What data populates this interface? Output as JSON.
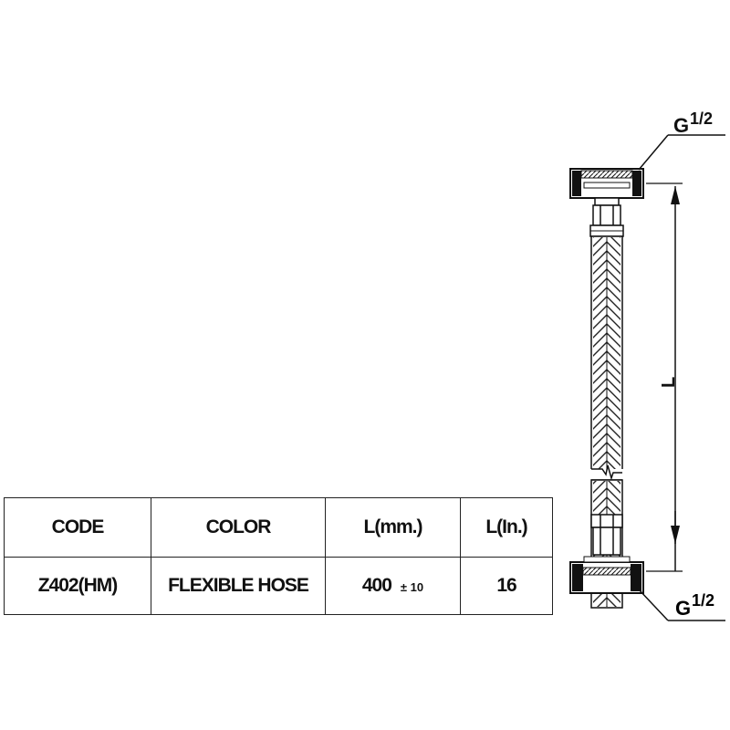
{
  "table": {
    "headers": [
      "CODE",
      "COLOR",
      "L(mm.)",
      "L(In.)"
    ],
    "row": {
      "code": "Z402(HM)",
      "color": "FLEXIBLE HOSE",
      "length_mm": "400",
      "tolerance": "± 10",
      "length_in": "16"
    }
  },
  "drawing": {
    "top_thread_label": "G",
    "top_thread_fraction": "1/2",
    "bottom_thread_label": "G",
    "bottom_thread_fraction": "1/2",
    "dimension_label": "L"
  }
}
